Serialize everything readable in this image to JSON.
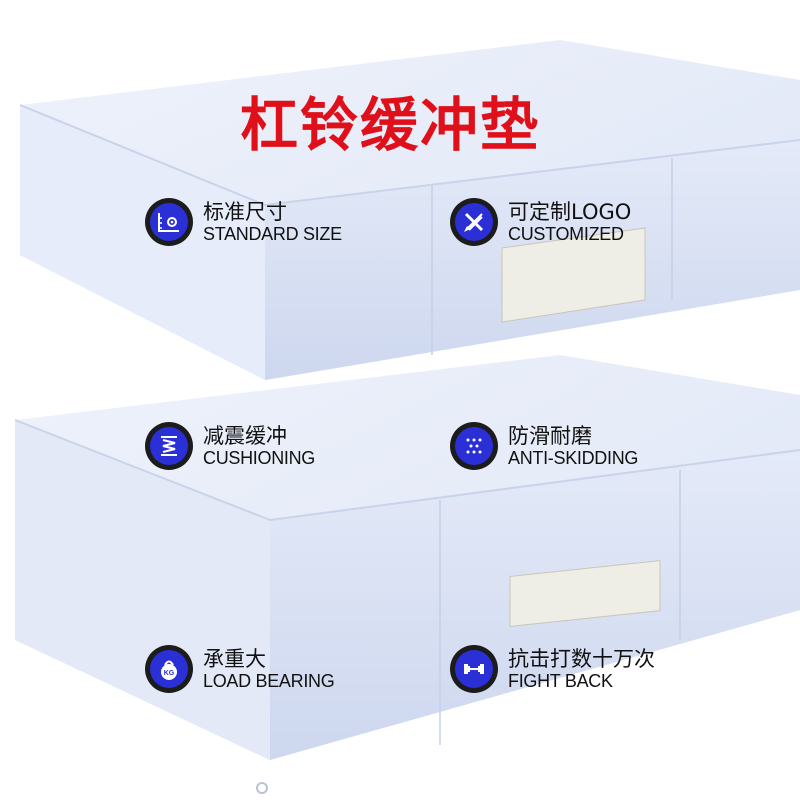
{
  "title": "杠铃缓冲垫",
  "colors": {
    "title": "#e0101a",
    "icon_fill": "#2b2fd6",
    "icon_ring": "#1c1c1c",
    "pad": "#dfe6f6"
  },
  "features": [
    {
      "cn": "标准尺寸",
      "en": "STANDARD SIZE",
      "icon": "ruler-gear-icon"
    },
    {
      "cn": "可定制LOGO",
      "en": "CUSTOMIZED",
      "icon": "pencil-ruler-icon"
    },
    {
      "cn": "减震缓冲",
      "en": "CUSHIONING",
      "icon": "spring-icon"
    },
    {
      "cn": "防滑耐磨",
      "en": "ANTI-SKIDDING",
      "icon": "textured-surface-icon"
    },
    {
      "cn": "承重大",
      "en": "LOAD BEARING",
      "icon": "kettlebell-kg-icon"
    },
    {
      "cn": "抗击打数十万次",
      "en": "FIGHT BACK",
      "icon": "dumbbell-icon"
    }
  ]
}
